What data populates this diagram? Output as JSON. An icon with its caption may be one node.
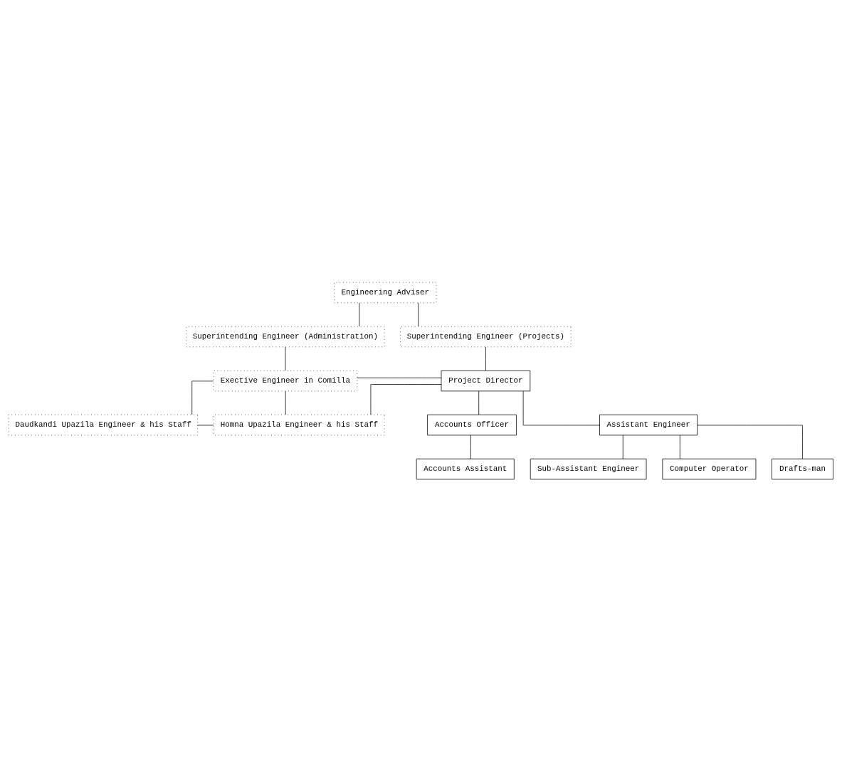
{
  "diagram": {
    "nodes": [
      {
        "text": [
          "Engineering Adviser"
        ]
      },
      {
        "text": [
          "Superintending Engineer (Administration)"
        ]
      },
      {
        "text": [
          "Superintending Engineer (Projects)"
        ]
      },
      {
        "text": [
          "Exective Engineer in Comilla"
        ]
      },
      {
        "text": [
          "Project Director"
        ]
      },
      {
        "text": [
          "Daudkandi Upazila Engineer & his Staff"
        ]
      },
      {
        "text": [
          "Homna Upazila Engineer & his Staff"
        ]
      },
      {
        "text": [
          "Accounts Officer"
        ]
      },
      {
        "text": [
          "Assistant Engineer"
        ]
      },
      {
        "text": [
          "Accounts Assistant"
        ]
      },
      {
        "text": [
          "Sub-Assistant Engineer"
        ]
      },
      {
        "text": [
          "Computer Operator"
        ]
      },
      {
        "text": [
          "Drafts-man"
        ]
      }
    ],
    "edges": [
      {
        "from": 0,
        "to": 1,
        "arrow": "none"
      },
      {
        "from": 0,
        "to": 2,
        "arrow": "none"
      },
      {
        "from": 1,
        "to": 3,
        "arrow": "none"
      },
      {
        "from": 2,
        "to": 4,
        "arrow": "none"
      },
      {
        "from": 3,
        "to": 4,
        "arrow": "none"
      },
      {
        "from": 3,
        "to": 5,
        "arrow": "none"
      },
      {
        "from": 3,
        "to": 6,
        "arrow": "none"
      },
      {
        "from": 5,
        "to": 6,
        "arrow": "none"
      },
      {
        "from": 4,
        "to": 6,
        "arrow": "none"
      },
      {
        "from": 4,
        "to": 7,
        "arrow": "none"
      },
      {
        "from": 4,
        "to": 8,
        "arrow": "none"
      },
      {
        "from": 7,
        "to": 9,
        "arrow": "none"
      },
      {
        "from": 8,
        "to": 10,
        "arrow": "none"
      },
      {
        "from": 8,
        "to": 11,
        "arrow": "none"
      },
      {
        "from": 8,
        "to": 12,
        "arrow": "none"
      }
    ]
  }
}
